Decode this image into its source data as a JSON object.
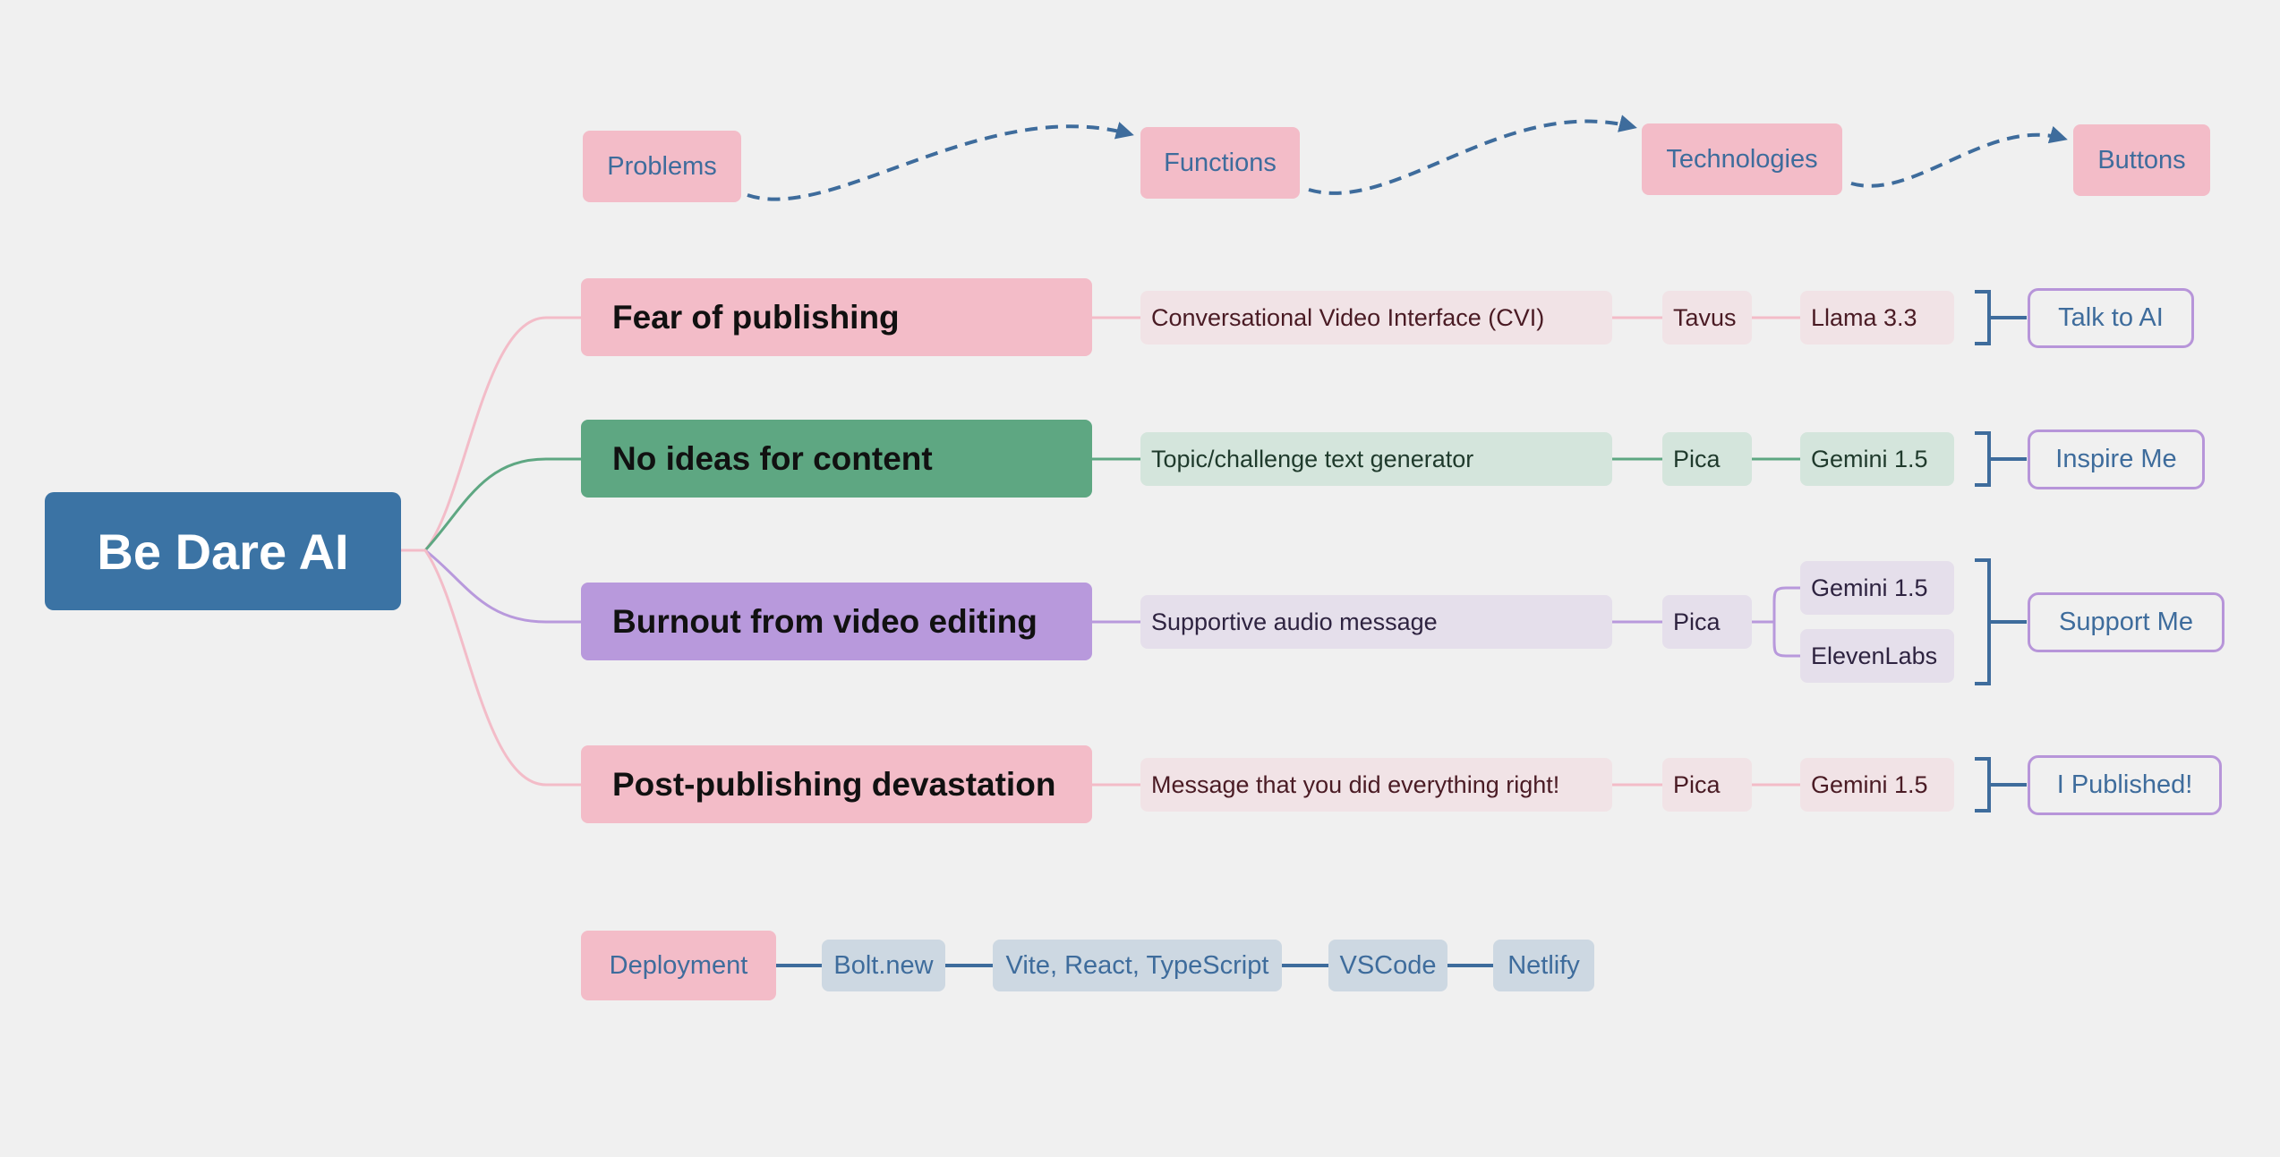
{
  "root": {
    "label": "Be Dare AI"
  },
  "headers": [
    "Problems",
    "Functions",
    "Technologies",
    "Buttons"
  ],
  "colors": {
    "root": "#3b73a4",
    "pink": "#f3bcc8",
    "pink_light": "#f1e3e6",
    "green": "#5ea782",
    "green_light": "#d4e5dc",
    "purple": "#b899dc",
    "purple_light": "#e5dfeb",
    "deploy_box": "#cdd8e2",
    "arrow_blue": "#3e6c9c",
    "button_border": "#b795d9"
  },
  "rows": [
    {
      "problem": "Fear of publishing",
      "function": "Conversational Video Interface (CVI)",
      "platform": "Tavus",
      "models": [
        "Llama 3.3"
      ],
      "button": "Talk to AI",
      "theme": "pink"
    },
    {
      "problem": "No ideas for content",
      "function": "Topic/challenge text generator",
      "platform": "Pica",
      "models": [
        "Gemini 1.5"
      ],
      "button": "Inspire Me",
      "theme": "green"
    },
    {
      "problem": "Burnout from video editing",
      "function": "Supportive audio message",
      "platform": "Pica",
      "models": [
        "Gemini 1.5",
        "ElevenLabs"
      ],
      "button": "Support Me",
      "theme": "purple"
    },
    {
      "problem": "Post-publishing devastation",
      "function": "Message that you did everything right!",
      "platform": "Pica",
      "models": [
        "Gemini 1.5"
      ],
      "button": "I Published!",
      "theme": "pink"
    }
  ],
  "deployment": {
    "label": "Deployment",
    "items": [
      "Bolt.new",
      "Vite, React, TypeScript",
      "VSCode",
      "Netlify"
    ]
  }
}
